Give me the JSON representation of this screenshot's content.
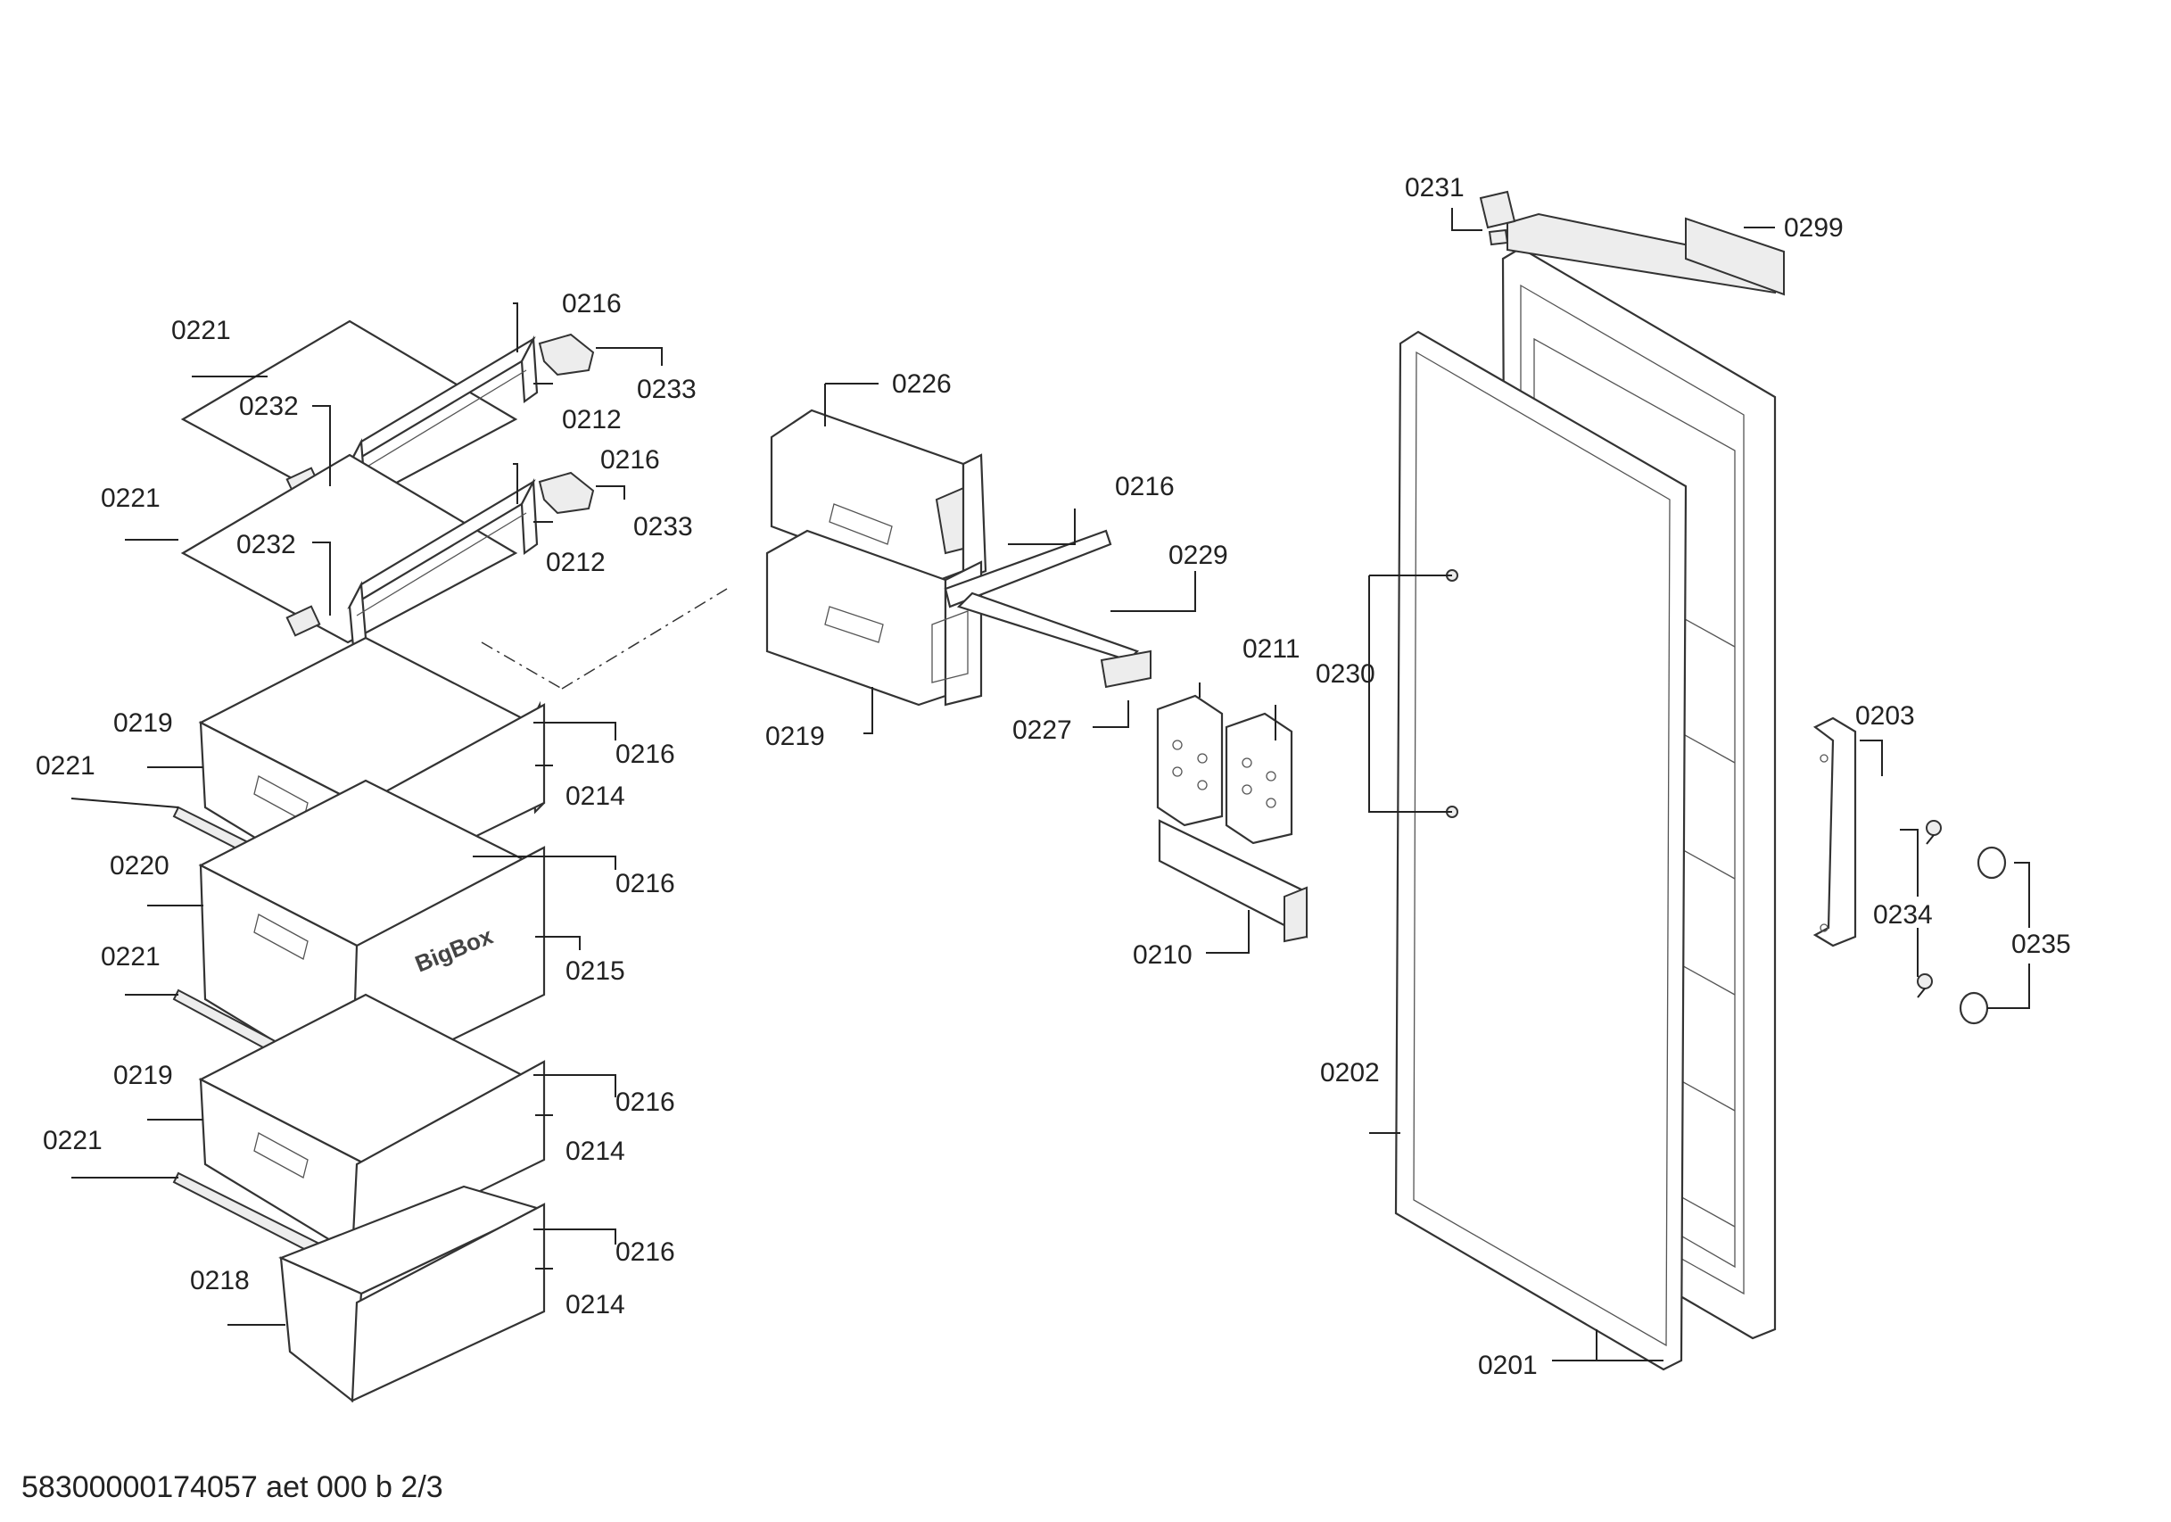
{
  "footer": {
    "document_id": "58300000174057 aet 000 b 2/3"
  },
  "decor": {
    "brand_mark": "BigBox"
  },
  "callouts": {
    "c0221a": "0221",
    "c0232a": "0232",
    "c0216a": "0216",
    "c0233a": "0233",
    "c0212a": "0212",
    "c0221b": "0221",
    "c0232b": "0232",
    "c0216b": "0216",
    "c0233b": "0233",
    "c0212b": "0212",
    "c0219a": "0219",
    "c0221c": "0221",
    "c0216c": "0216",
    "c0214a": "0214",
    "c0220": "0220",
    "c0221d": "0221",
    "c0216d": "0216",
    "c0215": "0215",
    "c0219b": "0219",
    "c0221e": "0221",
    "c0216e": "0216",
    "c0214b": "0214",
    "c0218": "0218",
    "c0216f": "0216",
    "c0214c": "0214",
    "c0226": "0226",
    "c0216g": "0216",
    "c0229": "0229",
    "c0219c": "0219",
    "c0227": "0227",
    "c0211": "0211",
    "c0210": "0210",
    "c0231": "0231",
    "c0299": "0299",
    "c0230": "0230",
    "c0203": "0203",
    "c0234": "0234",
    "c0235": "0235",
    "c0202": "0202",
    "c0201": "0201"
  }
}
